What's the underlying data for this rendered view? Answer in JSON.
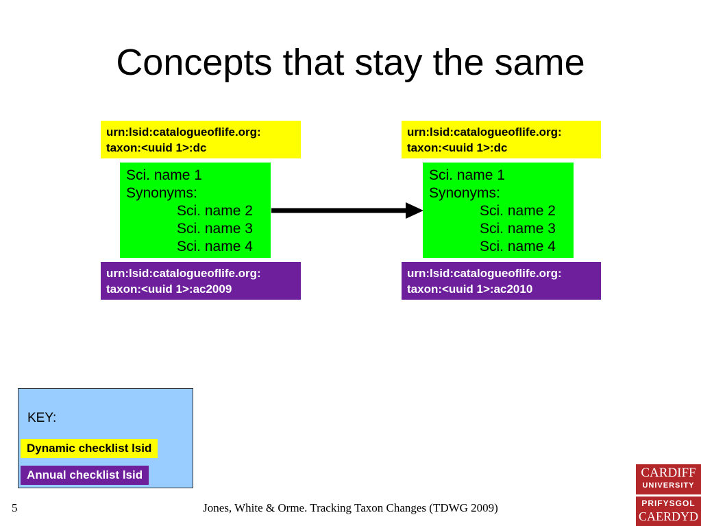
{
  "slide": {
    "title": "Concepts that stay the same",
    "number": "5",
    "footer": "Jones, White & Orme. Tracking Taxon Changes (TDWG 2009)"
  },
  "left": {
    "dynamic_lsid": [
      "urn:lsid:catalogueoflife.org:",
      "taxon:<uuid 1>:dc"
    ],
    "taxon": {
      "name": "Sci. name 1",
      "synonyms_label": "Synonyms:",
      "synonyms": [
        "Sci. name 2",
        "Sci. name 3",
        "Sci. name 4"
      ]
    },
    "annual_lsid": [
      "urn:lsid:catalogueoflife.org:",
      "taxon:<uuid 1>:ac2009"
    ]
  },
  "right": {
    "dynamic_lsid": [
      "urn:lsid:catalogueoflife.org:",
      "taxon:<uuid 1>:dc"
    ],
    "taxon": {
      "name": "Sci. name 1",
      "synonyms_label": "Synonyms:",
      "synonyms": [
        "Sci. name 2",
        "Sci. name 3",
        "Sci. name 4"
      ]
    },
    "annual_lsid": [
      "urn:lsid:catalogueoflife.org:",
      "taxon:<uuid 1>:ac2010"
    ]
  },
  "key": {
    "label": "KEY:",
    "dynamic": "Dynamic checklist lsid",
    "annual": "Annual checklist lsid"
  },
  "logo": {
    "line1": "CARDIFF",
    "line2": "UNIVERSITY",
    "line3": "PRIFYSGOL",
    "line4": "CAERDYD"
  },
  "colors": {
    "dynamic": "#ffff00",
    "annual": "#6d1f9c",
    "taxon": "#00ff00",
    "key_bg": "#99ccff",
    "logo": "#b3262a"
  }
}
